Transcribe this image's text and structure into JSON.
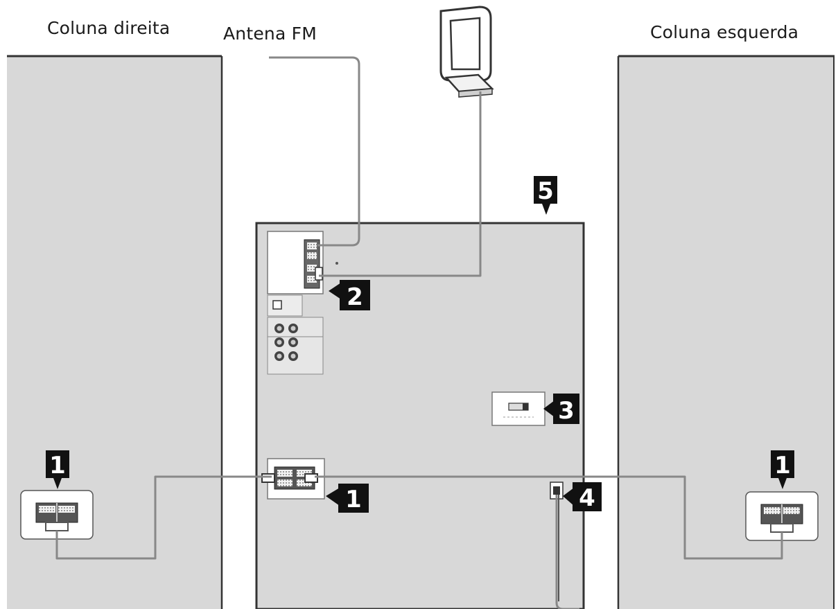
{
  "labels": {
    "right_speaker": "Coluna direita",
    "fm_antenna": "Antena FM",
    "left_speaker": "Coluna esquerda"
  },
  "callouts": {
    "speaker_right": "1",
    "unit_speaker": "1",
    "speaker_left": "1",
    "antenna": "2",
    "voltage": "3",
    "power": "4",
    "unit": "5"
  },
  "colors": {
    "panel": "#d8d8d8",
    "stroke": "#333333",
    "badge": "#111111",
    "cable": "#888888"
  }
}
